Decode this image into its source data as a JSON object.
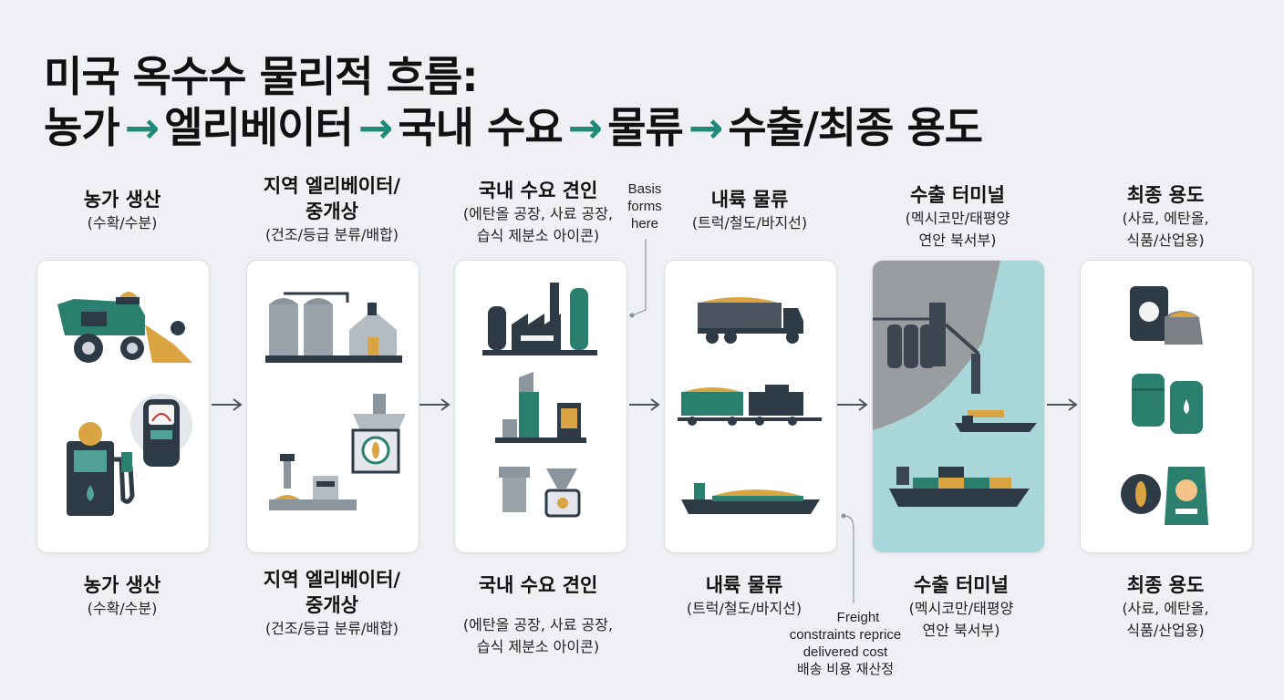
{
  "title": {
    "line1": "미국 옥수수 물리적 흐름:",
    "line2_parts": [
      "농가",
      "엘리베이터",
      "국내 수요",
      "물류",
      "수출/최종 용도"
    ],
    "arrow": "→"
  },
  "stages": [
    {
      "name": "농가 생산",
      "sub": [
        "(수확/수분)"
      ]
    },
    {
      "name_lines": [
        "지역 엘리베이터/",
        "중개상"
      ],
      "sub": [
        "(건조/등급 분류/배합)"
      ]
    },
    {
      "name": "국내 수요 견인",
      "sub": [
        "(에탄올 공장, 사료 공장,",
        "습식 제분소 아이콘)"
      ]
    },
    {
      "name": "내륙 물류",
      "sub": [
        "(트럭/철도/바지선)"
      ]
    },
    {
      "name": "수출 터미널",
      "sub": [
        "(멕시코만/태평양",
        "연안 북서부)"
      ]
    },
    {
      "name": "최종 용도",
      "sub": [
        "(사료, 에탄올,",
        "식품/산업용)"
      ]
    }
  ],
  "notes": {
    "basis": [
      "Basis",
      "forms",
      "here"
    ],
    "freight": [
      "Freight",
      "constraints reprice",
      "delivered cost"
    ],
    "freight_ko": "배송 비용 재산정"
  },
  "icons": [
    "combine-harvester-icon",
    "moisture-meter-icon",
    "fuel-pump-icon",
    "grain-silo-icon",
    "grain-dryer-icon",
    "grading-lab-icon",
    "ethanol-plant-icon",
    "feed-mill-icon",
    "wet-mill-icon",
    "grain-truck-icon",
    "hopper-train-icon",
    "barge-icon",
    "export-elevator-icon",
    "container-ship-icon",
    "feed-bag-icon",
    "ethanol-barrel-icon",
    "food-package-icon"
  ],
  "colors": {
    "accent": "#1f8a78",
    "dark": "#2e3a46",
    "grain": "#d9a441",
    "teal": "#2a7f6f",
    "sea": "#a9d6d8"
  }
}
